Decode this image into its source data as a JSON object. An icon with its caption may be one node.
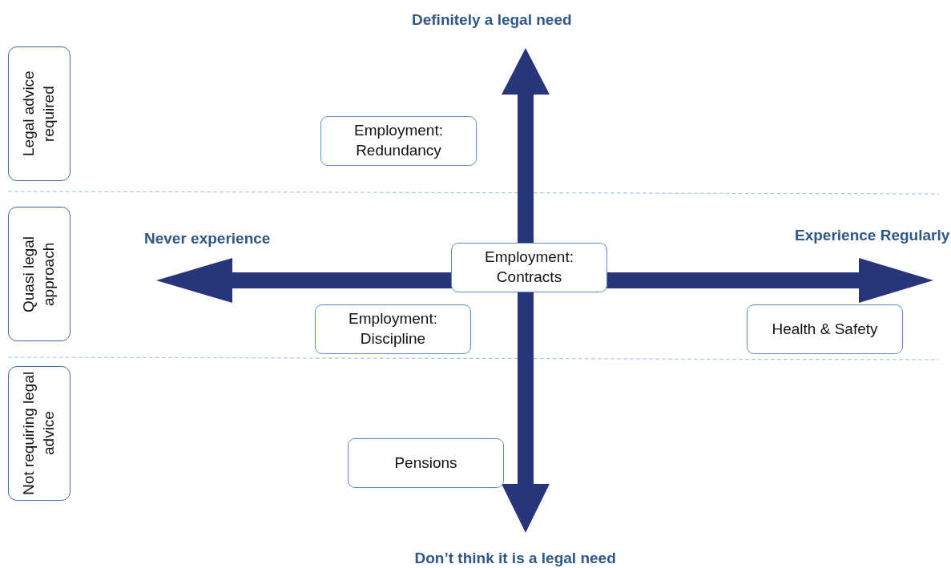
{
  "diagram": {
    "nodes": [
      {
        "text": [
          "Legal advice required"
        ]
      },
      {
        "text": [
          "Quasi legal approach"
        ]
      },
      {
        "text": [
          "Not requiring legal advice"
        ]
      },
      {
        "text": [
          "Employment: Redundancy"
        ]
      },
      {
        "text": [
          "Employment: Contracts"
        ]
      },
      {
        "text": [
          "Employment: Discipline"
        ]
      },
      {
        "text": [
          "Health & Safety"
        ]
      },
      {
        "text": [
          "Pensions"
        ]
      }
    ],
    "labels": [
      "Definitely a legal need",
      "Never experience",
      "Experience Regularly",
      "Don’t think it is a legal need"
    ]
  }
}
